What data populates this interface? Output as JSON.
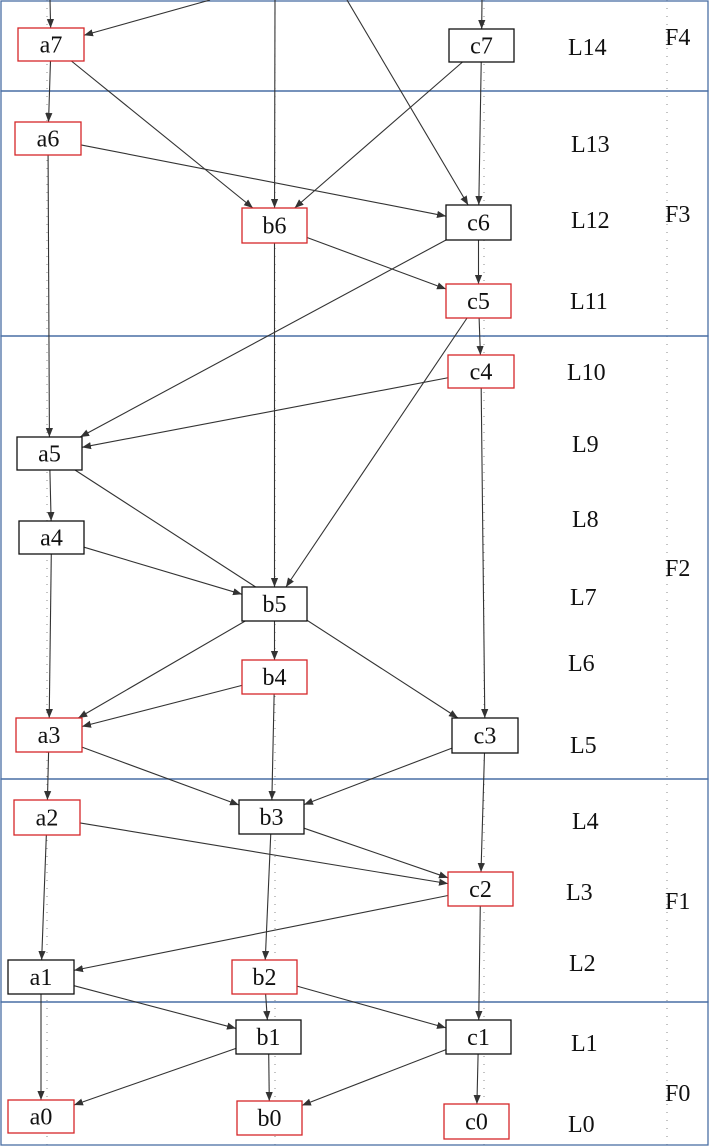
{
  "colors": {
    "red_node": "#d62728",
    "black_node": "#111111",
    "band_border": "#4a6fa5",
    "edge": "#333333"
  },
  "frames": [
    "F4",
    "F3",
    "F2",
    "F1",
    "F0"
  ],
  "levels": [
    "L14",
    "L13",
    "L12",
    "L11",
    "L10",
    "L9",
    "L8",
    "L7",
    "L6",
    "L5",
    "L4",
    "L3",
    "L2",
    "L1",
    "L0"
  ],
  "nodes": [
    {
      "id": "a7",
      "label": "a7",
      "color": "red"
    },
    {
      "id": "c7",
      "label": "c7",
      "color": "black"
    },
    {
      "id": "a6",
      "label": "a6",
      "color": "red"
    },
    {
      "id": "b6",
      "label": "b6",
      "color": "red"
    },
    {
      "id": "c6",
      "label": "c6",
      "color": "black"
    },
    {
      "id": "c5",
      "label": "c5",
      "color": "red"
    },
    {
      "id": "c4",
      "label": "c4",
      "color": "red"
    },
    {
      "id": "a5",
      "label": "a5",
      "color": "black"
    },
    {
      "id": "a4",
      "label": "a4",
      "color": "black"
    },
    {
      "id": "b5",
      "label": "b5",
      "color": "black"
    },
    {
      "id": "b4",
      "label": "b4",
      "color": "red"
    },
    {
      "id": "a3",
      "label": "a3",
      "color": "red"
    },
    {
      "id": "c3",
      "label": "c3",
      "color": "black"
    },
    {
      "id": "a2",
      "label": "a2",
      "color": "red"
    },
    {
      "id": "b3",
      "label": "b3",
      "color": "black"
    },
    {
      "id": "c2",
      "label": "c2",
      "color": "red"
    },
    {
      "id": "a1",
      "label": "a1",
      "color": "black"
    },
    {
      "id": "b2",
      "label": "b2",
      "color": "red"
    },
    {
      "id": "b1",
      "label": "b1",
      "color": "black"
    },
    {
      "id": "c1",
      "label": "c1",
      "color": "black"
    },
    {
      "id": "a0",
      "label": "a0",
      "color": "red"
    },
    {
      "id": "b0",
      "label": "b0",
      "color": "red"
    },
    {
      "id": "c0",
      "label": "c0",
      "color": "red"
    }
  ],
  "edges": [
    [
      "a7",
      "a6"
    ],
    [
      "a7",
      "b6"
    ],
    [
      "c7",
      "c6"
    ],
    [
      "c7",
      "b6"
    ],
    [
      "a6",
      "c6"
    ],
    [
      "a6",
      "a5"
    ],
    [
      "b6",
      "c5"
    ],
    [
      "b6",
      "b5"
    ],
    [
      "c6",
      "c5"
    ],
    [
      "c6",
      "a5"
    ],
    [
      "c5",
      "c4"
    ],
    [
      "c5",
      "b5"
    ],
    [
      "c4",
      "a5"
    ],
    [
      "c4",
      "c3"
    ],
    [
      "a5",
      "a4"
    ],
    [
      "a5",
      "c3"
    ],
    [
      "a4",
      "b5"
    ],
    [
      "a4",
      "a3"
    ],
    [
      "b5",
      "b4"
    ],
    [
      "b5",
      "a3"
    ],
    [
      "b4",
      "a3"
    ],
    [
      "b4",
      "b3"
    ],
    [
      "a3",
      "a2"
    ],
    [
      "a3",
      "b3"
    ],
    [
      "c3",
      "b3"
    ],
    [
      "c3",
      "c2"
    ],
    [
      "a2",
      "c2"
    ],
    [
      "a2",
      "a1"
    ],
    [
      "b3",
      "c2"
    ],
    [
      "b3",
      "b2"
    ],
    [
      "c2",
      "a1"
    ],
    [
      "c2",
      "c1"
    ],
    [
      "a1",
      "b1"
    ],
    [
      "a1",
      "a0"
    ],
    [
      "b2",
      "b1"
    ],
    [
      "b2",
      "c1"
    ],
    [
      "b1",
      "a0"
    ],
    [
      "b1",
      "b0"
    ],
    [
      "c1",
      "b0"
    ],
    [
      "c1",
      "c0"
    ]
  ],
  "incoming_from_above": [
    "a7",
    "b6",
    "c6",
    "c7"
  ]
}
